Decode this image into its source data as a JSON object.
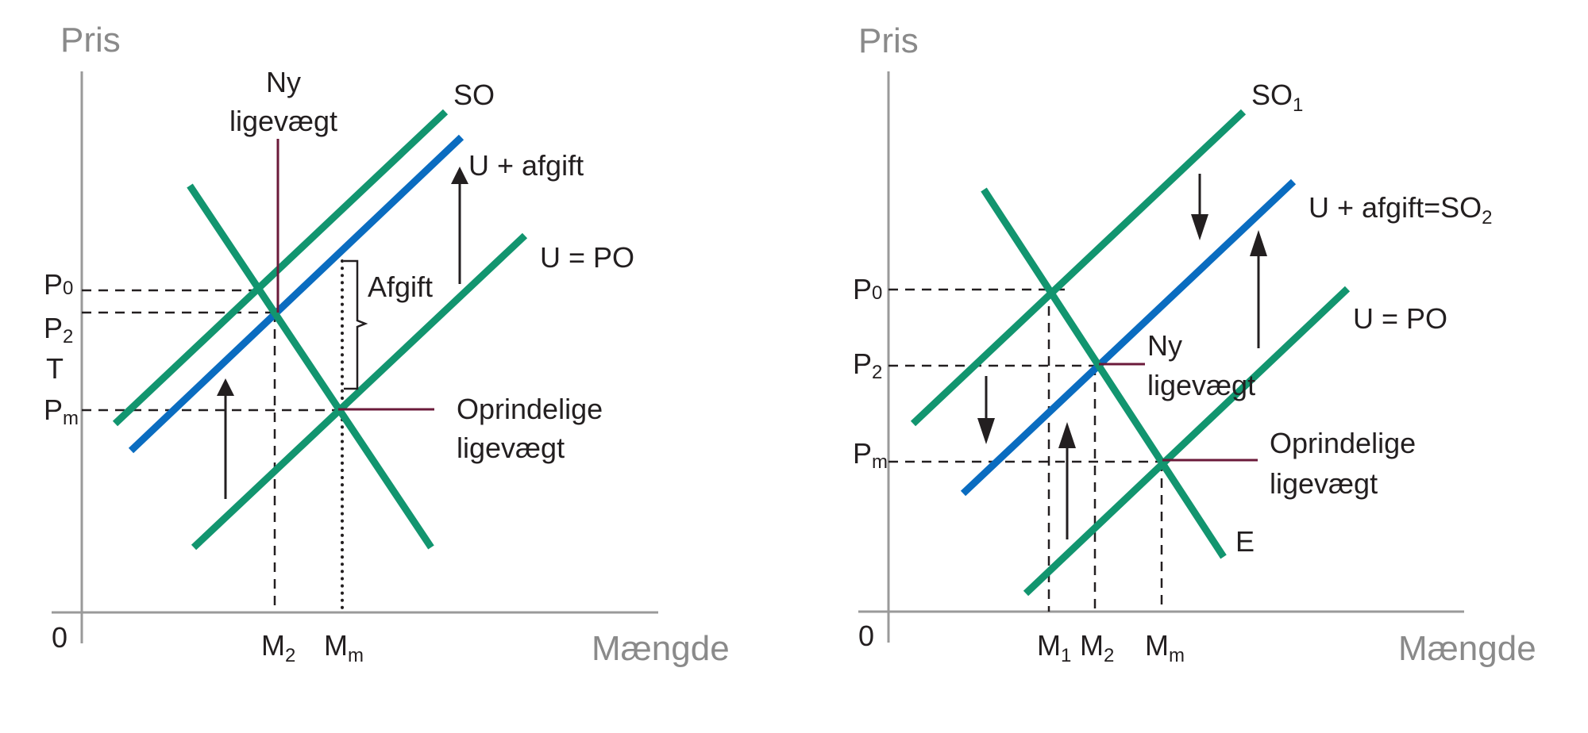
{
  "colors": {
    "supply_curve": "#12956f",
    "tax_curve": "#0a6cc0",
    "demand_curve": "#12956f",
    "equilibrium_marker": "#6b1a3a",
    "axis": "#9a9a9a"
  },
  "left": {
    "y_axis_title": "Pris",
    "x_axis_title": "Mængde",
    "origin": "0",
    "p0": {
      "main": "P",
      "sub": "0"
    },
    "p2": {
      "main": "P",
      "sub": "2"
    },
    "t": "T",
    "pm": {
      "main": "P",
      "sub": "m"
    },
    "m2": {
      "main": "M",
      "sub": "2"
    },
    "mm": {
      "main": "M",
      "sub": "m"
    },
    "so_label": "SO",
    "tax_label": "U + afgift",
    "upo_label": "U = PO",
    "afgift_label": "Afgift",
    "new_eq": [
      "Ny",
      "ligevægt"
    ],
    "orig_eq": [
      "Oprindelige",
      "ligevægt"
    ]
  },
  "right": {
    "y_axis_title": "Pris",
    "x_axis_title": "Mængde",
    "origin": "0",
    "p0": {
      "main": "P",
      "sub": "0"
    },
    "p2": {
      "main": "P",
      "sub": "2"
    },
    "pm": {
      "main": "P",
      "sub": "m"
    },
    "m1": {
      "main": "M",
      "sub": "1"
    },
    "m2": {
      "main": "M",
      "sub": "2"
    },
    "mm": {
      "main": "M",
      "sub": "m"
    },
    "so1_label": {
      "main": "SO",
      "sub": "1"
    },
    "tax_label": {
      "main": "U + afgift=SO",
      "sub": "2"
    },
    "upo_label": "U = PO",
    "demand_label": "E",
    "new_eq": [
      "Ny",
      "ligevægt"
    ],
    "orig_eq": [
      "Oprindelige",
      "ligevægt"
    ]
  }
}
